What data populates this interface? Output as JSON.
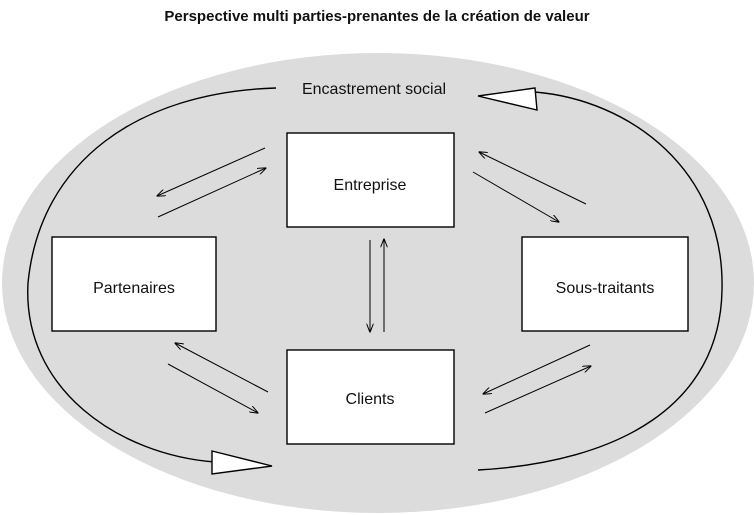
{
  "title": "Perspective multi parties-prenantes de la création de valeur",
  "ring_label": "Encastrement social",
  "nodes": {
    "entreprise": "Entreprise",
    "partenaires": "Partenaires",
    "sous_traitants": "Sous-traitants",
    "clients": "Clients"
  },
  "colors": {
    "ellipse_fill": "#dcdcdc",
    "box_fill": "#ffffff",
    "stroke": "#000000"
  }
}
